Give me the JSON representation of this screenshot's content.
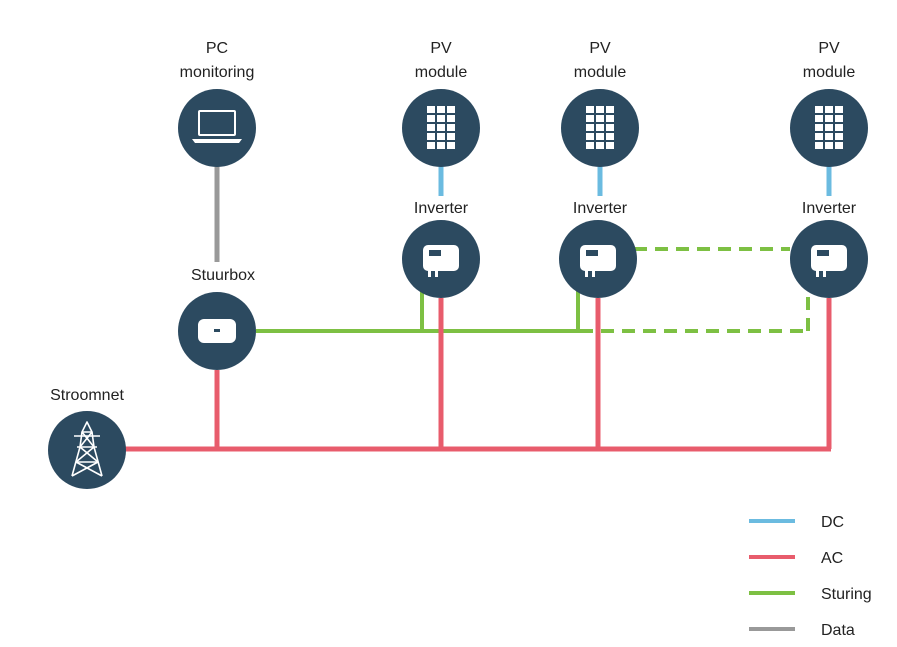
{
  "nodes": {
    "pc": {
      "label_line1": "PC",
      "label_line2": "monitoring",
      "icon": "laptop-icon"
    },
    "stuurbox": {
      "label": "Stuurbox",
      "icon": "control-box-icon"
    },
    "stroomnet": {
      "label": "Stroomnet",
      "icon": "power-pylon-icon"
    },
    "pv_modules": [
      {
        "label_line1": "PV",
        "label_line2": "module",
        "icon": "solar-panel-icon"
      },
      {
        "label_line1": "PV",
        "label_line2": "module",
        "icon": "solar-panel-icon"
      },
      {
        "label_line1": "PV",
        "label_line2": "module",
        "icon": "solar-panel-icon"
      }
    ],
    "inverters": [
      {
        "label": "Inverter",
        "icon": "inverter-icon"
      },
      {
        "label": "Inverter",
        "icon": "inverter-icon"
      },
      {
        "label": "Inverter",
        "icon": "inverter-icon"
      }
    ]
  },
  "legend": {
    "dc": {
      "label": "DC",
      "color": "#6bbbe0"
    },
    "ac": {
      "label": "AC",
      "color": "#e85c6c"
    },
    "sturing": {
      "label": "Sturing",
      "color": "#7dc043"
    },
    "data": {
      "label": "Data",
      "color": "#999999"
    }
  },
  "colors": {
    "node_fill": "#2c4a60",
    "icon_color": "#ffffff"
  }
}
